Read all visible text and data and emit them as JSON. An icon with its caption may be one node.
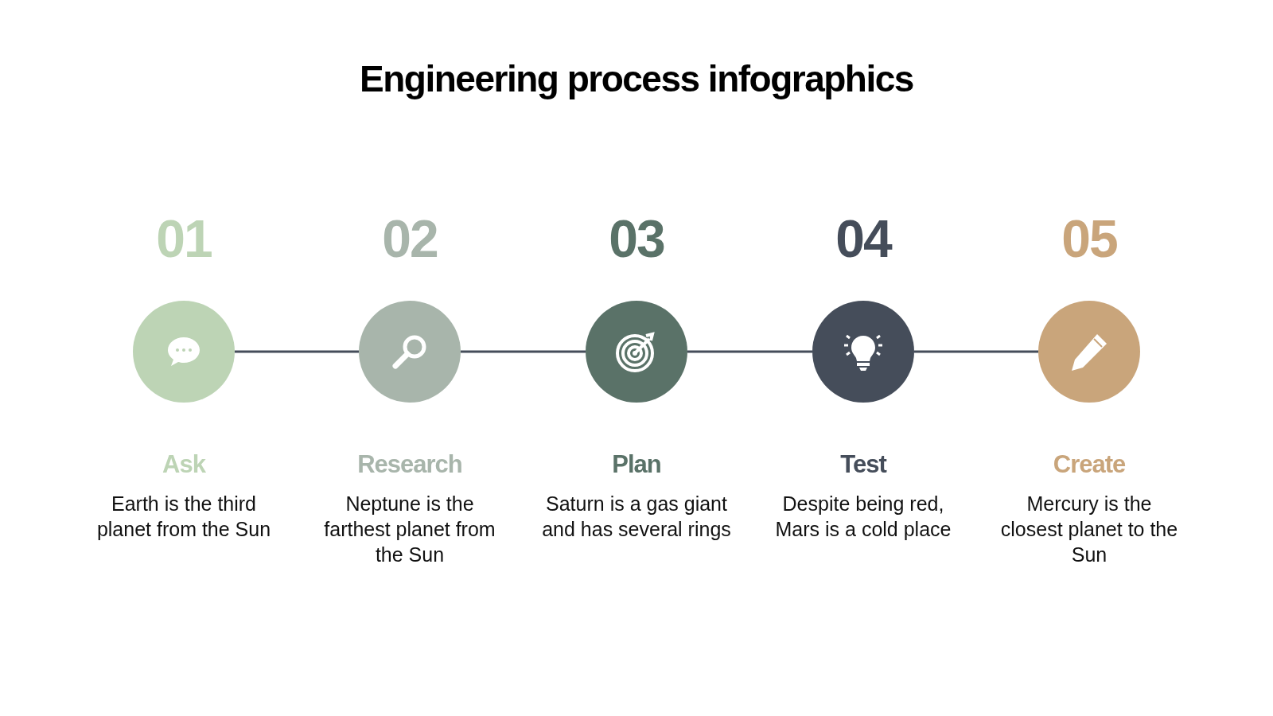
{
  "diagram": {
    "title": "Engineering process infographics",
    "nodes": [
      {
        "text": [],
        "shape": "circle",
        "beside": [
          "01",
          "Ask",
          "Earth is the third planet from the Sun"
        ]
      },
      {
        "text": [],
        "shape": "circle",
        "beside": [
          "02",
          "Research",
          "Neptune is the farthest planet from the Sun"
        ]
      },
      {
        "text": [],
        "shape": "circle",
        "beside": [
          "03",
          "Plan",
          "Saturn is a gas giant and has several rings"
        ]
      },
      {
        "text": [],
        "shape": "circle",
        "beside": [
          "04",
          "Test",
          "Despite being red, Mars is a cold place"
        ]
      },
      {
        "text": [],
        "shape": "circle",
        "beside": [
          "05",
          "Create",
          "Mercury is the closest planet to the Sun"
        ]
      }
    ],
    "edges": [
      {
        "from": 0,
        "to": 1,
        "arrow": "none"
      },
      {
        "from": 1,
        "to": 2,
        "arrow": "none"
      },
      {
        "from": 2,
        "to": 3,
        "arrow": "none"
      },
      {
        "from": 3,
        "to": 4,
        "arrow": "none"
      }
    ]
  }
}
